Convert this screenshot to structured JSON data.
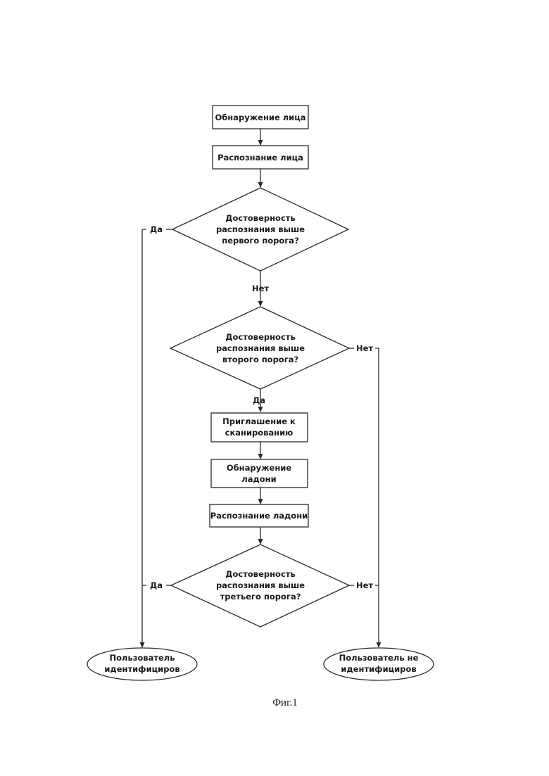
{
  "nodes": {
    "face_detection": "Обнаружение лица",
    "face_recognition": "Распознание лица",
    "decision_first": [
      "Достоверность",
      "распознания выше",
      "первого порога?"
    ],
    "decision_second": [
      "Достоверность",
      "распознания выше",
      "второго порога?"
    ],
    "scan_invitation": [
      "Приглашение к",
      "сканированию"
    ],
    "palm_detection": [
      "Обнаружение",
      "ладони"
    ],
    "palm_recognition": "Распознание ладони",
    "decision_third": [
      "Достоверность",
      "распознания выше",
      "третьего порога?"
    ],
    "user_identified": [
      "Пользователь",
      "идентифициров"
    ],
    "user_not_identified": [
      "Пользователь не",
      "идентифициров"
    ]
  },
  "edge_labels": {
    "first_yes": "Да",
    "first_no": "Нет",
    "second_no": "Нет",
    "second_yes": "Да",
    "third_yes": "Да",
    "third_no": "Нет"
  },
  "caption": "Фиг.1"
}
